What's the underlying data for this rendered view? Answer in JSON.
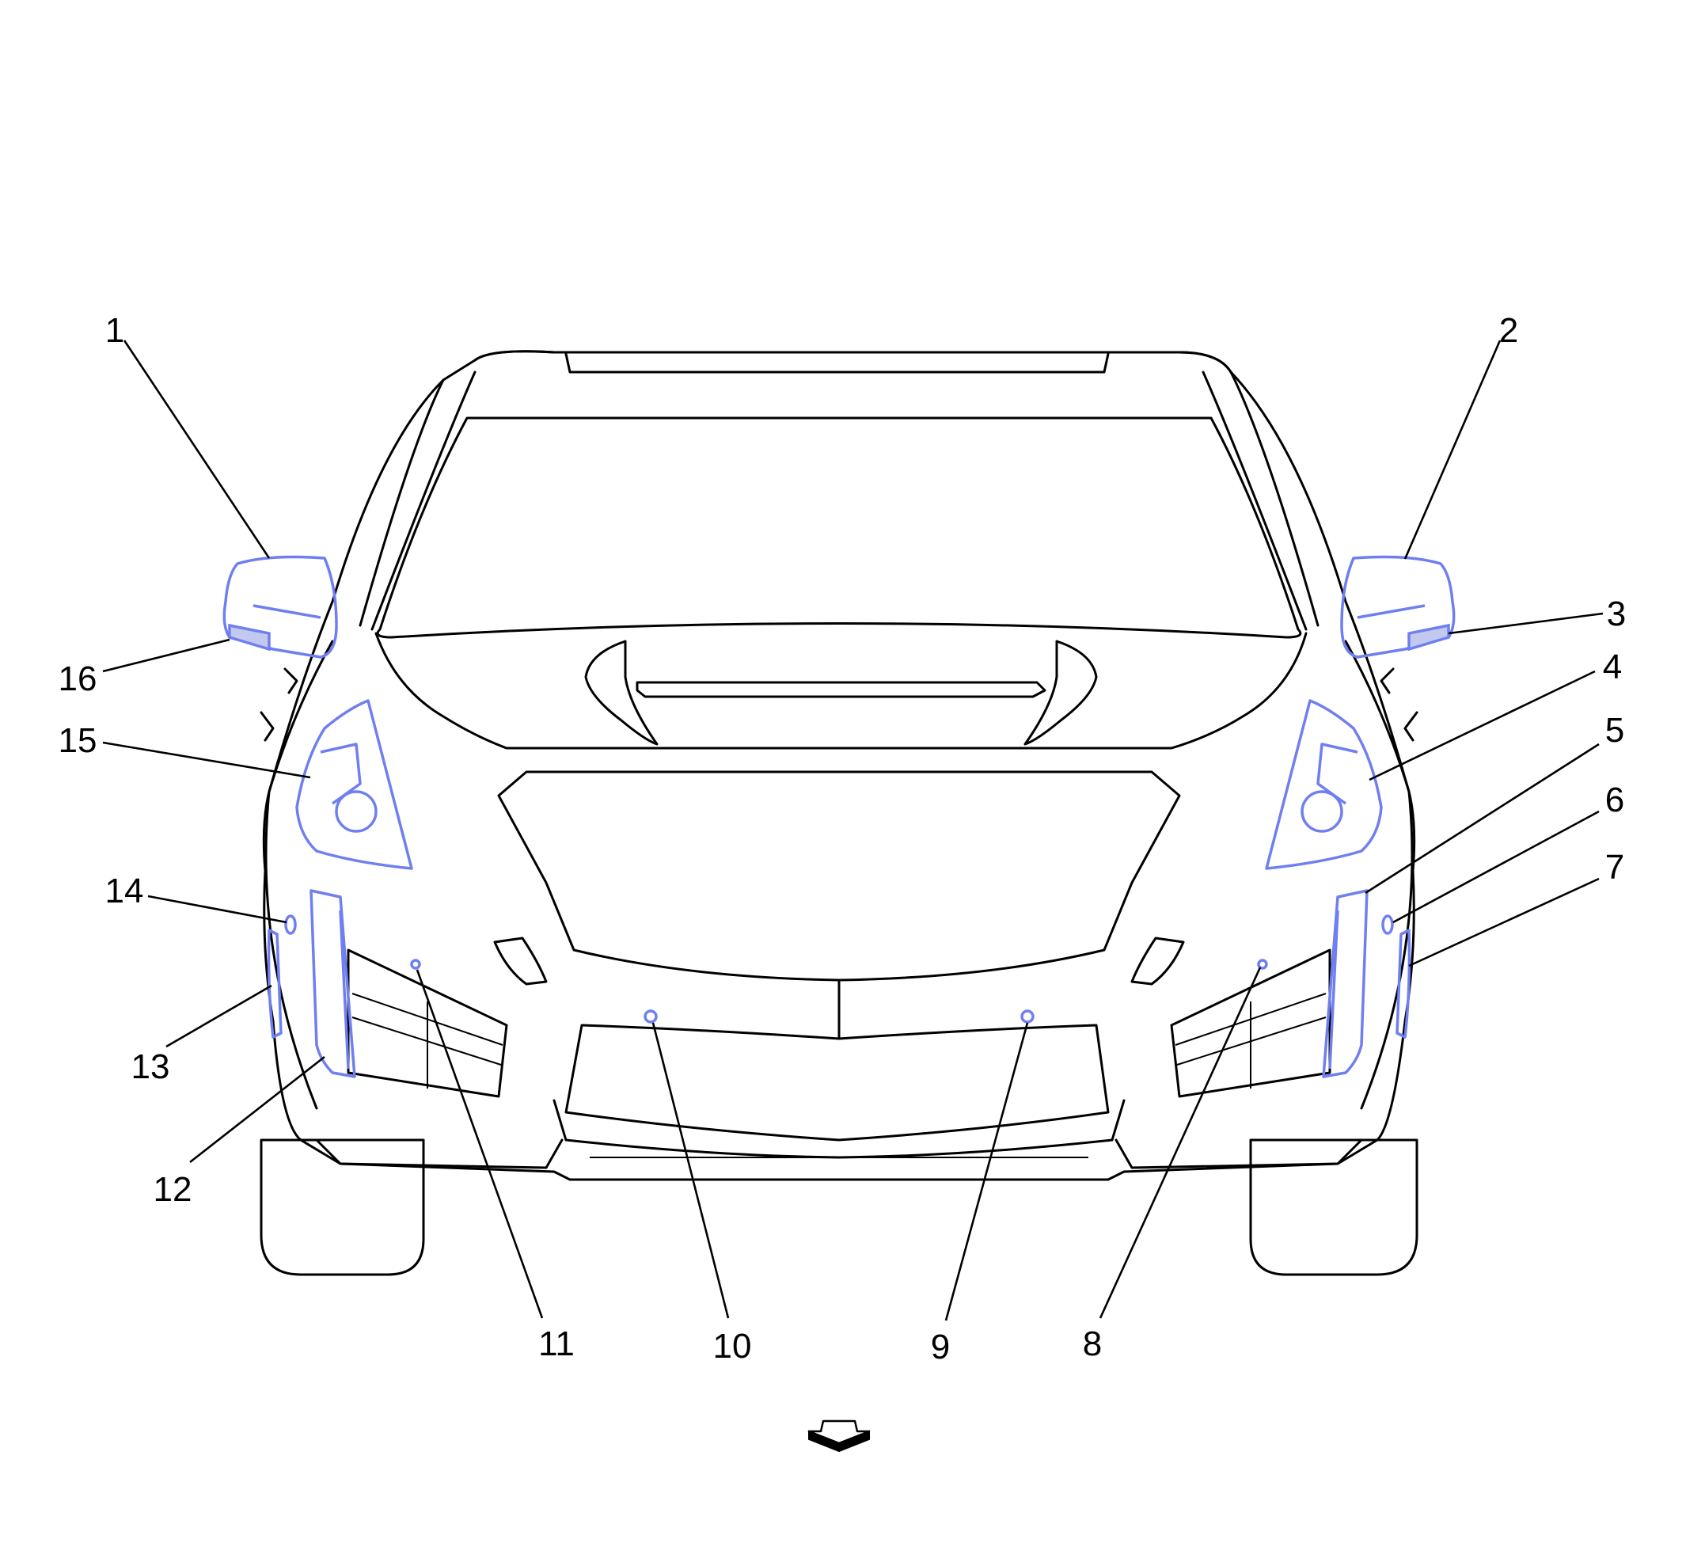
{
  "accent_colors": {
    "vehicle_body": "#cfcdbf",
    "highlight": "#6f7ff0",
    "outline": "#000000"
  },
  "callouts": [
    {
      "num": "1"
    },
    {
      "num": "2"
    },
    {
      "num": "3"
    },
    {
      "num": "4"
    },
    {
      "num": "5"
    },
    {
      "num": "6"
    },
    {
      "num": "7"
    },
    {
      "num": "8"
    },
    {
      "num": "9"
    },
    {
      "num": "10"
    },
    {
      "num": "11"
    },
    {
      "num": "12"
    },
    {
      "num": "13"
    },
    {
      "num": "14"
    },
    {
      "num": "15"
    },
    {
      "num": "16"
    }
  ],
  "icons": {
    "view_direction": "arrow-down-icon"
  }
}
